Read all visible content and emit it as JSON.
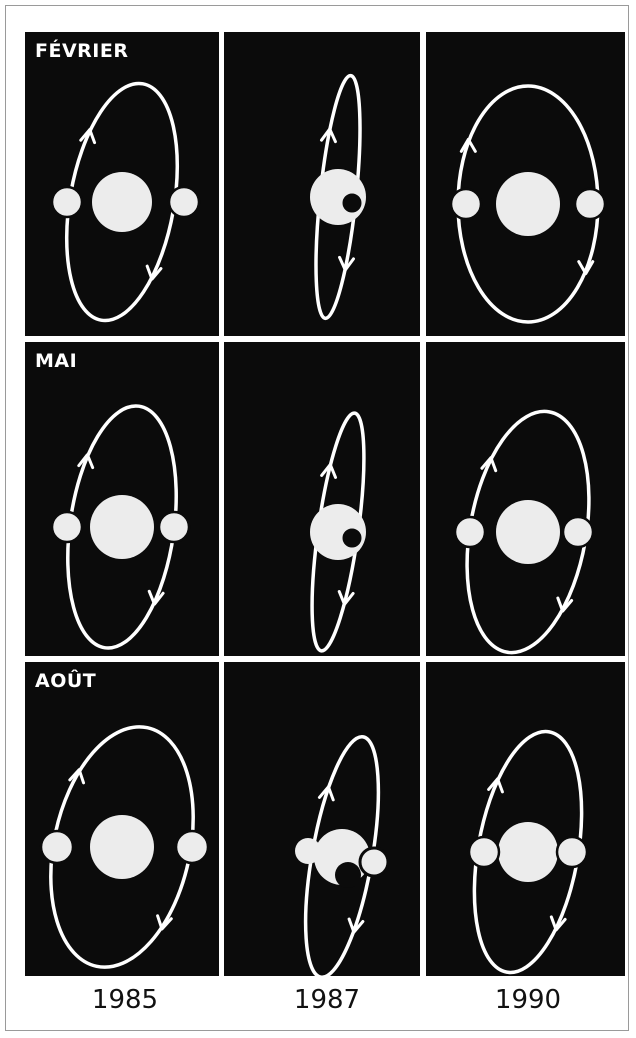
{
  "rows": [
    {
      "label": "FÉVRIER"
    },
    {
      "label": "MAI"
    },
    {
      "label": "AOÛT"
    }
  ],
  "columns": [
    {
      "year": "1985"
    },
    {
      "year": "1987"
    },
    {
      "year": "1990"
    }
  ],
  "panel_states": [
    [
      "moons-apart",
      "moon-transit",
      "moons-apart"
    ],
    [
      "moons-apart",
      "moon-transit",
      "moons-apart"
    ],
    [
      "moons-apart",
      "mutual-occultation",
      "moons-apart"
    ]
  ],
  "colors": {
    "background": "#0b0b0b",
    "orbit": "#ffffff",
    "body": "#ececec",
    "page": "#ffffff"
  }
}
